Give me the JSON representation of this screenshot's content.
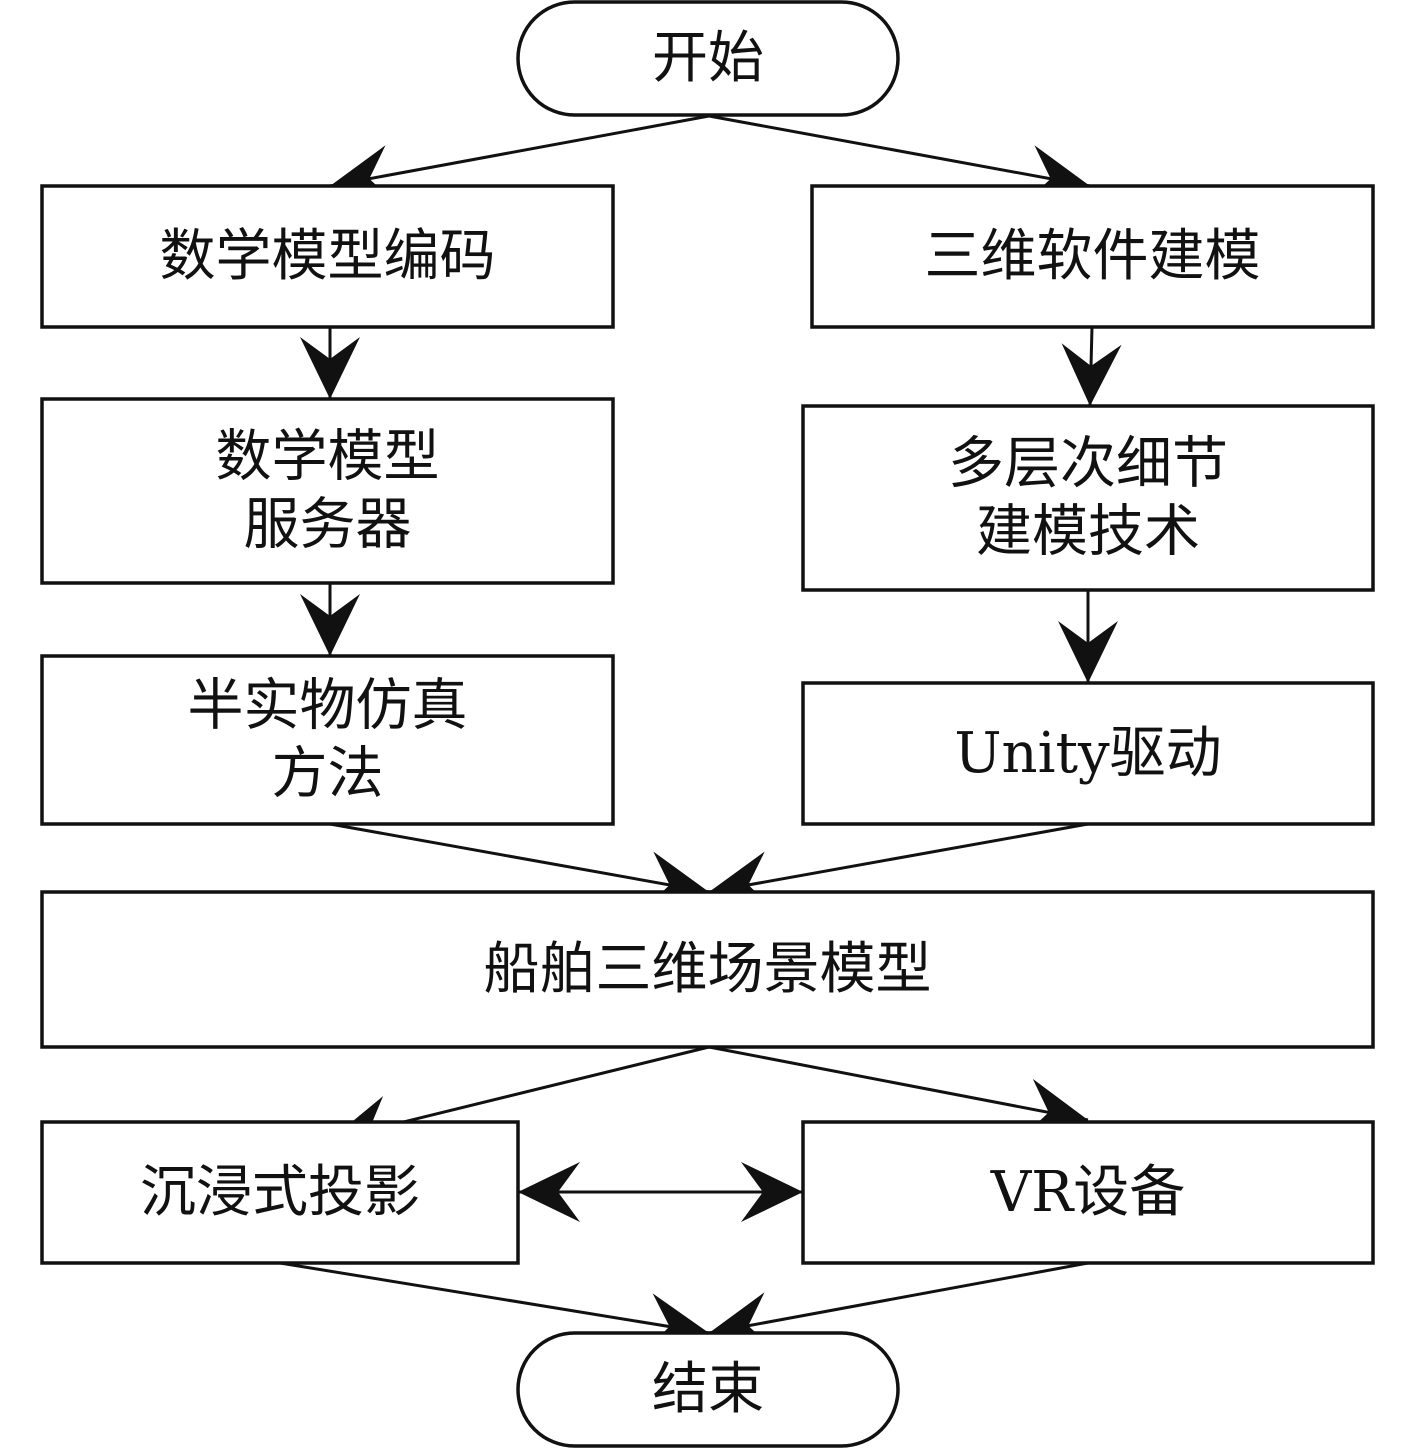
{
  "diagram": {
    "type": "flowchart",
    "nodes": [
      {
        "id": "start",
        "shape": "terminal",
        "lines": [
          "开始"
        ]
      },
      {
        "id": "math_coding",
        "shape": "process",
        "lines": [
          "数学模型编码"
        ]
      },
      {
        "id": "math_server",
        "shape": "process",
        "lines": [
          "数学模型",
          "服务器"
        ]
      },
      {
        "id": "hil_sim",
        "shape": "process",
        "lines": [
          "半实物仿真",
          "方法"
        ]
      },
      {
        "id": "modeling_3d",
        "shape": "process",
        "lines": [
          "三维软件建模"
        ]
      },
      {
        "id": "lod",
        "shape": "process",
        "lines": [
          "多层次细节",
          "建模技术"
        ]
      },
      {
        "id": "unity",
        "shape": "process",
        "lines": [
          "Unity驱动"
        ]
      },
      {
        "id": "scene",
        "shape": "process",
        "lines": [
          "船舶三维场景模型"
        ]
      },
      {
        "id": "projection",
        "shape": "process",
        "lines": [
          "沉浸式投影"
        ]
      },
      {
        "id": "vr",
        "shape": "process",
        "lines": [
          "VR设备"
        ]
      },
      {
        "id": "end",
        "shape": "terminal",
        "lines": [
          "结束"
        ]
      }
    ],
    "edges": [
      {
        "from": "start",
        "to": "math_coding"
      },
      {
        "from": "start",
        "to": "modeling_3d"
      },
      {
        "from": "math_coding",
        "to": "math_server"
      },
      {
        "from": "math_server",
        "to": "hil_sim"
      },
      {
        "from": "modeling_3d",
        "to": "lod"
      },
      {
        "from": "lod",
        "to": "unity"
      },
      {
        "from": "hil_sim",
        "to": "scene"
      },
      {
        "from": "unity",
        "to": "scene"
      },
      {
        "from": "scene",
        "to": "projection"
      },
      {
        "from": "scene",
        "to": "vr"
      },
      {
        "from": "projection",
        "to": "vr",
        "bidirectional": true
      },
      {
        "from": "projection",
        "to": "end"
      },
      {
        "from": "vr",
        "to": "end"
      }
    ]
  }
}
